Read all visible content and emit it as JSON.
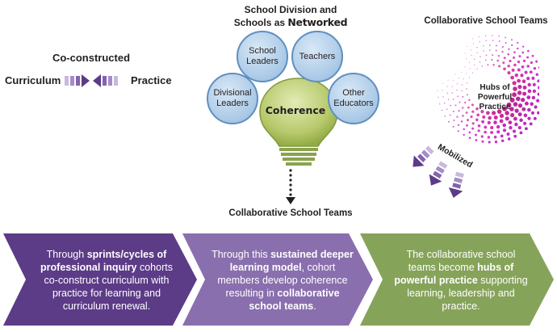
{
  "left": {
    "title": "Co-constructed",
    "left_label": "Curriculum",
    "right_label": "Practice"
  },
  "middle": {
    "title_line1": "School Division and",
    "title_line2_prefix": "Schools as ",
    "title_line2_strong": "Networked",
    "bubbles": {
      "school_leaders": "School Leaders",
      "teachers": "Teachers",
      "divisional_leaders": "Divisional Leaders",
      "other_educators": "Other Educators"
    },
    "bulb_label": "Coherence",
    "bottom_label": "Collaborative School Teams"
  },
  "right": {
    "title": "Collaborative School Teams",
    "hub_line1": "Hubs of",
    "hub_line2": "Powerful",
    "hub_line3": "Practice",
    "mobilized": "Mobilized"
  },
  "chevrons": [
    {
      "pre": "Through ",
      "bold1": "sprints/cycles of professional inquiry",
      "post": " cohorts co-construct curriculum with practice for learning and curriculum renewal."
    },
    {
      "pre": "Through this ",
      "bold1": "sustained deeper learning model",
      "mid": ", cohort members develop coherence resulting in ",
      "bold2": "collaborative school teams",
      "post": "."
    },
    {
      "pre": "The collaborative school teams become ",
      "bold1": "hubs of powerful practice",
      "post": " supporting learning, leadership and practice."
    }
  ],
  "colors": {
    "purple_dark": "#5c3b87",
    "purple_light": "#8a6fae",
    "green": "#86a35a",
    "bubble_blue": "#a9c8e6",
    "bulb_green": "#b7c96c",
    "swirl_pink": "#d6479b"
  }
}
